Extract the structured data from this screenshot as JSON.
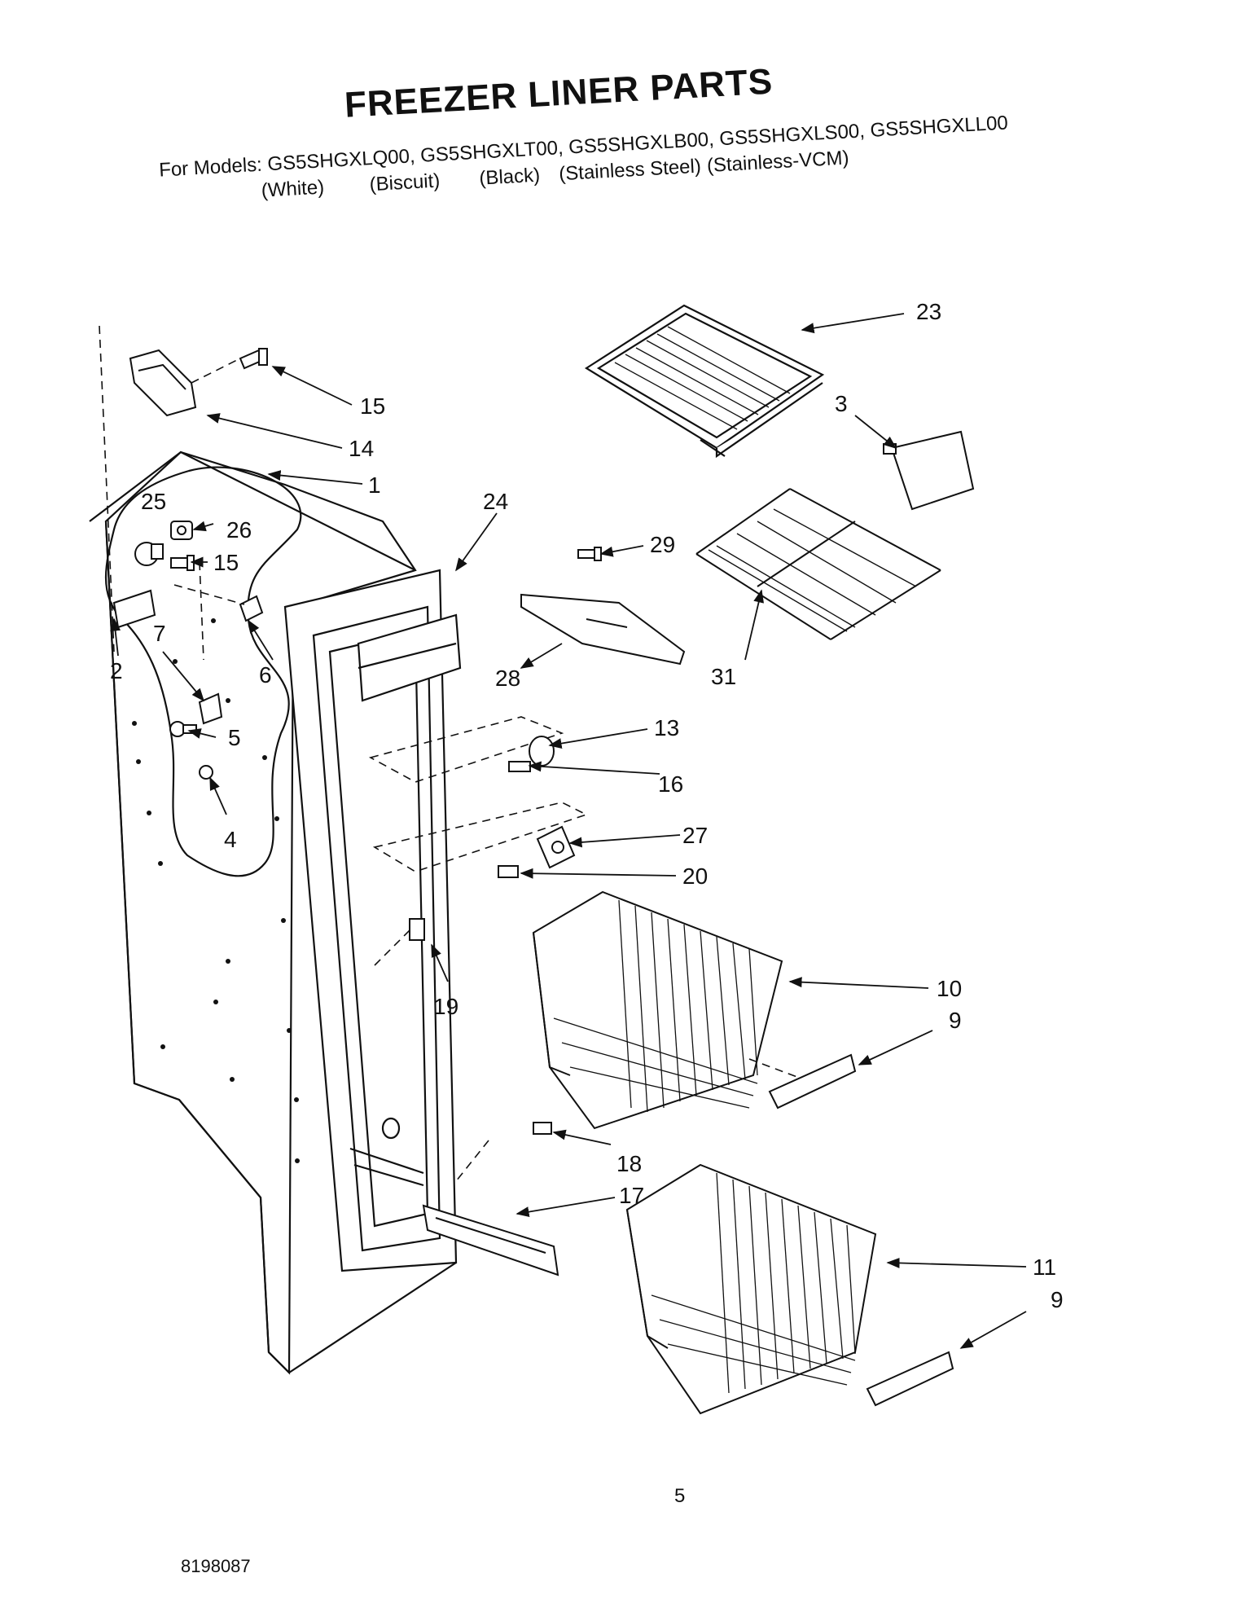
{
  "header": {
    "title": "FREEZER LINER PARTS",
    "models_line": "For Models: GS5SHGXLQ00, GS5SHGXLT00, GS5SHGXLB00, GS5SHGXLS00, GS5SHGXLL00",
    "colors": [
      "(White)",
      "(Biscuit)",
      "(Black)",
      "(Stainless Steel)",
      "(Stainless-VCM)"
    ]
  },
  "callouts": {
    "c1": "1",
    "c2": "2",
    "c3": "3",
    "c4": "4",
    "c5": "5",
    "c6": "6",
    "c7": "7",
    "c9a": "9",
    "c9b": "9",
    "c10": "10",
    "c11": "11",
    "c13": "13",
    "c14": "14",
    "c15a": "15",
    "c15b": "15",
    "c16": "16",
    "c17": "17",
    "c18": "18",
    "c19": "19",
    "c20": "20",
    "c23": "23",
    "c24": "24",
    "c25": "25",
    "c26": "26",
    "c27": "27",
    "c28": "28",
    "c29": "29",
    "c31": "31"
  },
  "footer": {
    "page_number": "5",
    "document_number": "8198087"
  }
}
